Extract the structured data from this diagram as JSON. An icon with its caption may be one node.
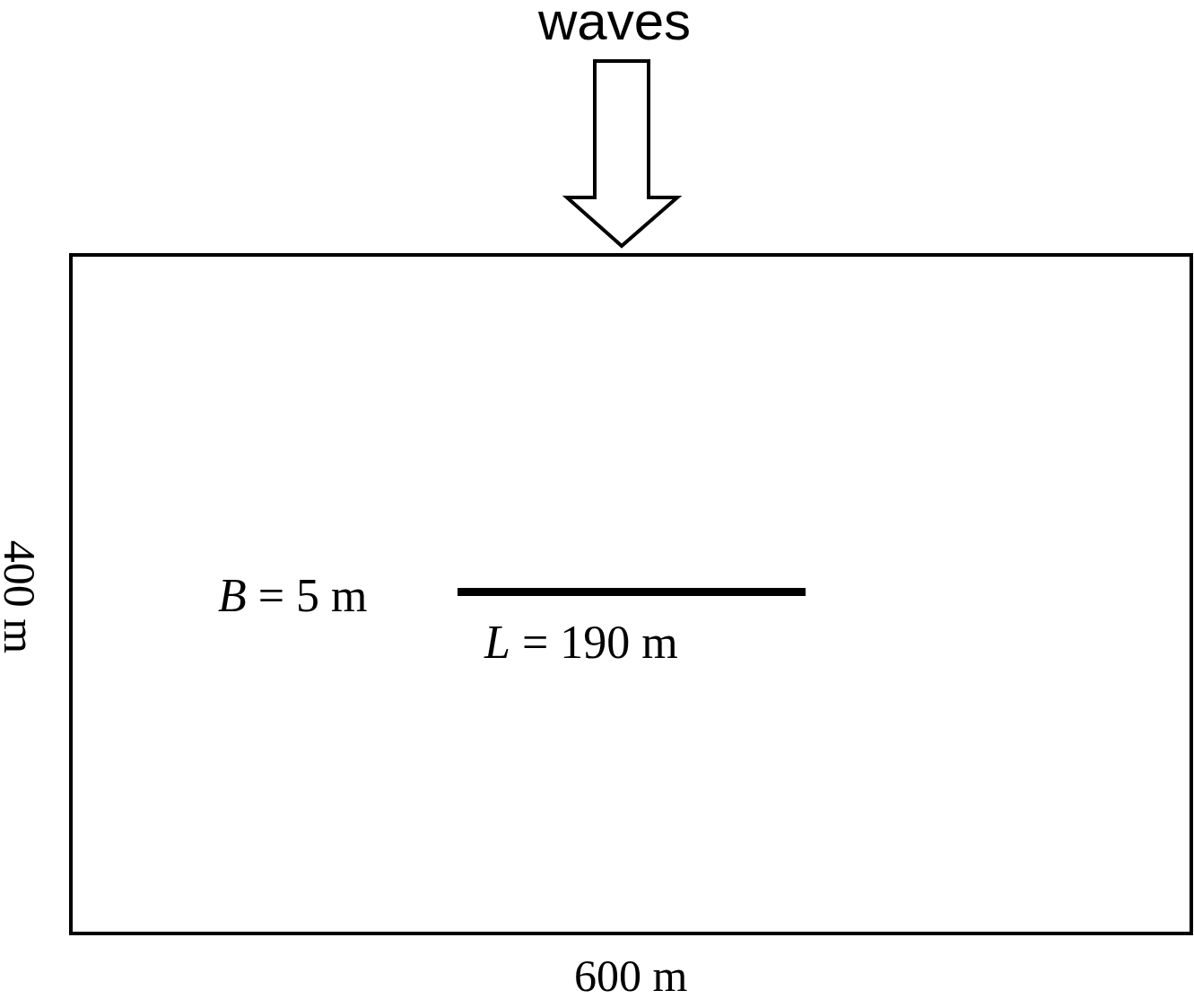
{
  "diagram": {
    "labels": [
      "waves",
      "*B* = 5 m",
      "*L* = 190 m",
      "400 m",
      "600 m"
    ]
  }
}
